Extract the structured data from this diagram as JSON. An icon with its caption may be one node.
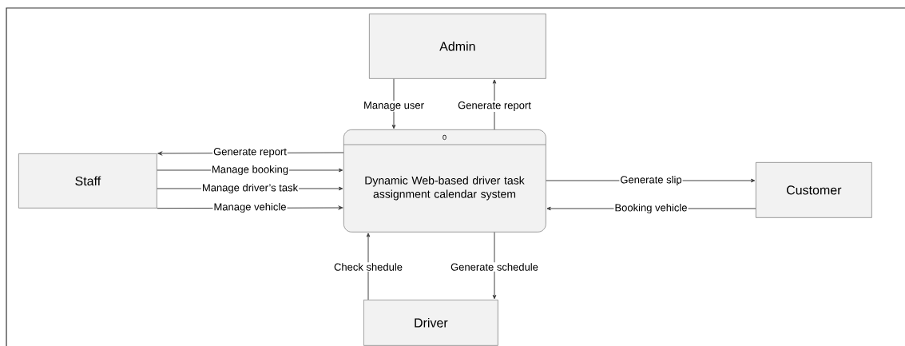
{
  "diagram": {
    "nodes": [
      {
        "text": [
          "Admin"
        ]
      },
      {
        "text": [
          "0",
          "Dynamic Web-based driver task assignment calendar system"
        ]
      },
      {
        "text": [
          "Staff"
        ]
      },
      {
        "text": [
          "Customer"
        ]
      },
      {
        "text": [
          "Driver"
        ]
      }
    ],
    "edges": [
      {
        "from": 0,
        "to": 1,
        "arrow": "to",
        "label": "Manage user"
      },
      {
        "from": 1,
        "to": 0,
        "arrow": "to",
        "label": "Generate report"
      },
      {
        "from": 1,
        "to": 2,
        "arrow": "to",
        "label": "Generate report"
      },
      {
        "from": 2,
        "to": 1,
        "arrow": "to",
        "label": "Manage booking"
      },
      {
        "from": 2,
        "to": 1,
        "arrow": "to",
        "label": "Manage driver’s task"
      },
      {
        "from": 2,
        "to": 1,
        "arrow": "to",
        "label": "Manage vehicle"
      },
      {
        "from": 1,
        "to": 3,
        "arrow": "to",
        "label": "Generate slip"
      },
      {
        "from": 3,
        "to": 1,
        "arrow": "to",
        "label": "Booking vehicle"
      },
      {
        "from": 4,
        "to": 1,
        "arrow": "to",
        "label": "Check shedule"
      },
      {
        "from": 1,
        "to": 4,
        "arrow": "to",
        "label": "Generate schedule"
      }
    ]
  }
}
